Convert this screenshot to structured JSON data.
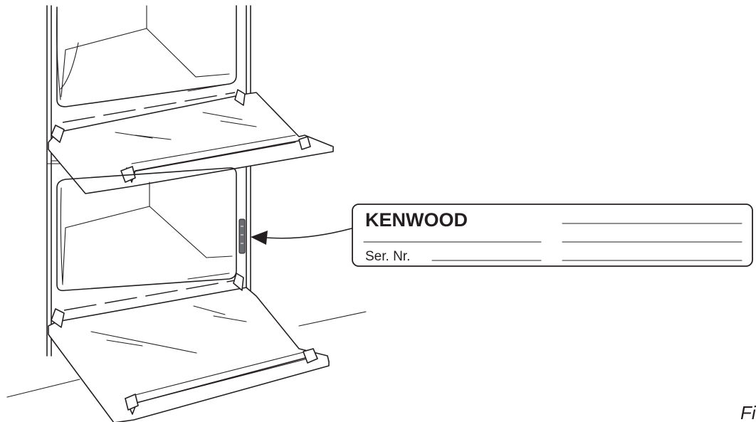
{
  "rating_label": {
    "brand": "KENWOOD",
    "serial_prefix": "Ser. Nr."
  },
  "figure_caption": "Fi",
  "colors": {
    "line": "#231f20",
    "background": "#ffffff",
    "label_fill": "#6d6e71"
  }
}
